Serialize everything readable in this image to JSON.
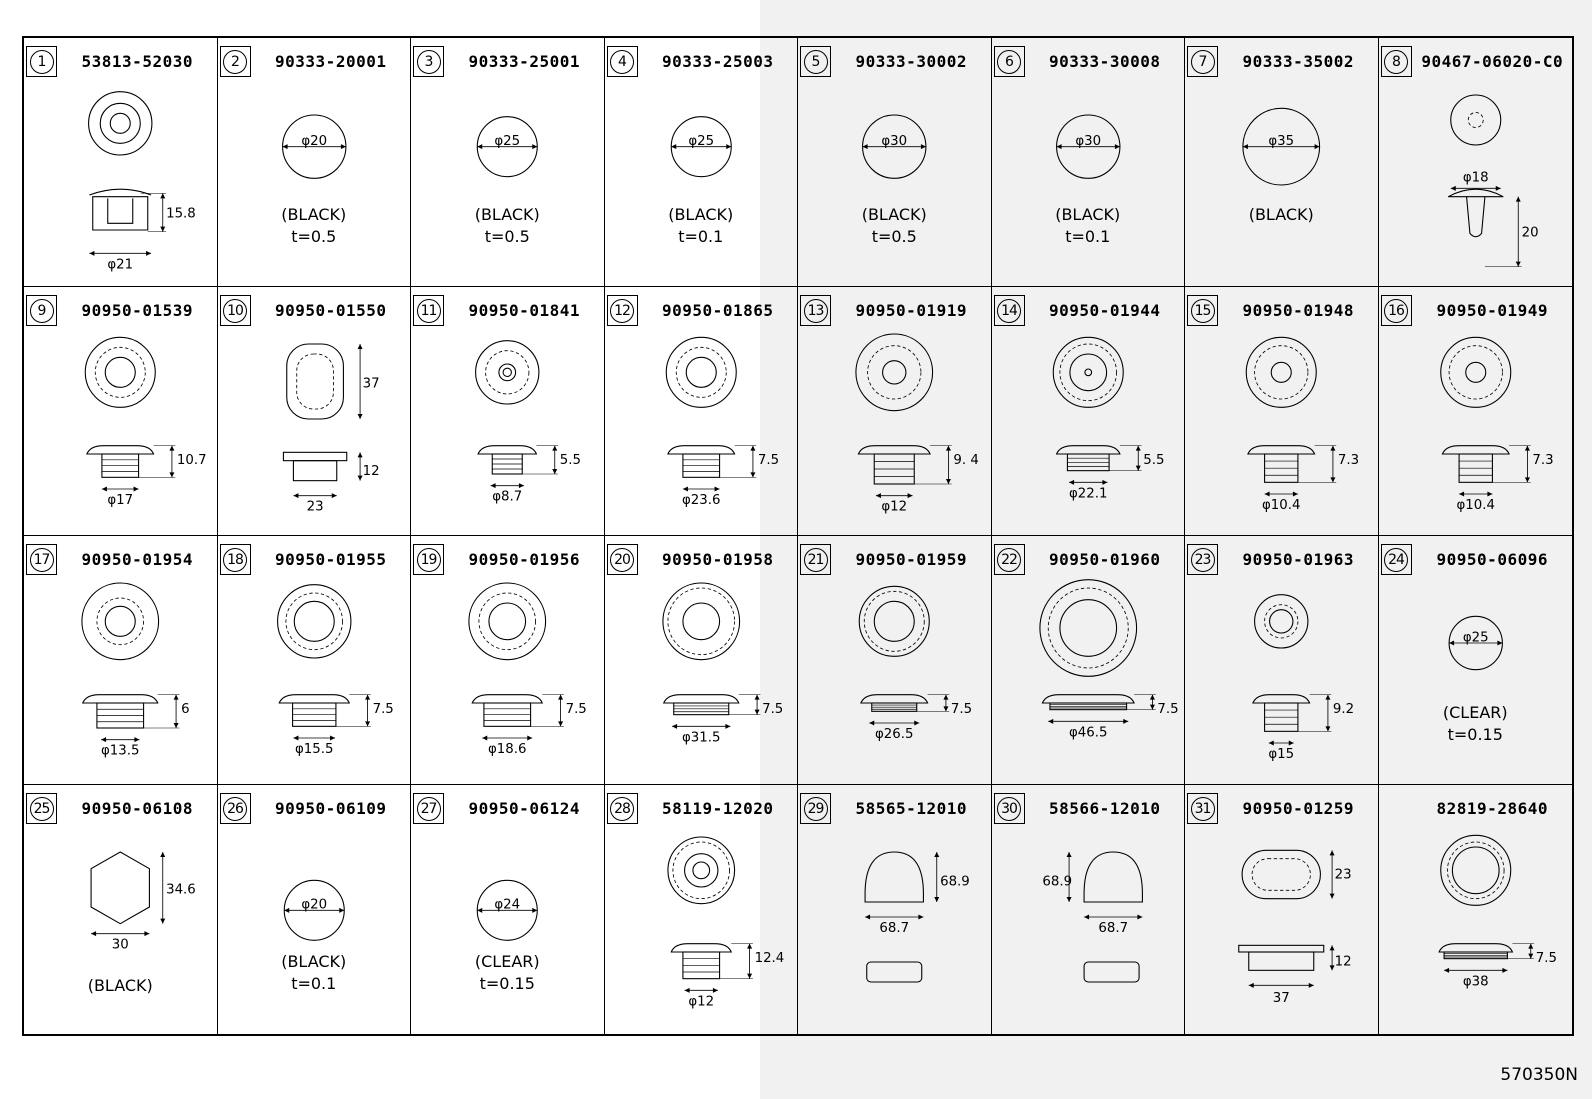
{
  "parts": [
    {
      "no": "1",
      "pn": "53813-52030",
      "dims": [
        "15.8",
        "φ21"
      ]
    },
    {
      "no": "2",
      "pn": "90333-20001",
      "dims": [
        "φ20"
      ],
      "note": [
        "(BLACK)",
        "t=0.5"
      ]
    },
    {
      "no": "3",
      "pn": "90333-25001",
      "dims": [
        "φ25"
      ],
      "note": [
        "(BLACK)",
        "t=0.5"
      ]
    },
    {
      "no": "4",
      "pn": "90333-25003",
      "dims": [
        "φ25"
      ],
      "note": [
        "(BLACK)",
        "t=0.1"
      ]
    },
    {
      "no": "5",
      "pn": "90333-30002",
      "dims": [
        "φ30"
      ],
      "note": [
        "(BLACK)",
        "t=0.5"
      ]
    },
    {
      "no": "6",
      "pn": "90333-30008",
      "dims": [
        "φ30"
      ],
      "note": [
        "(BLACK)",
        "t=0.1"
      ]
    },
    {
      "no": "7",
      "pn": "90333-35002",
      "dims": [
        "φ35"
      ],
      "note": [
        "(BLACK)"
      ]
    },
    {
      "no": "8",
      "pn": "90467-06020-C0",
      "dims": [
        "φ18",
        "20"
      ]
    },
    {
      "no": "9",
      "pn": "90950-01539",
      "dims": [
        "10.7",
        "φ17"
      ]
    },
    {
      "no": "10",
      "pn": "90950-01550",
      "dims": [
        "37",
        "12",
        "23"
      ]
    },
    {
      "no": "11",
      "pn": "90950-01841",
      "dims": [
        "5.5",
        "φ8.7"
      ]
    },
    {
      "no": "12",
      "pn": "90950-01865",
      "dims": [
        "7.5",
        "φ23.6"
      ]
    },
    {
      "no": "13",
      "pn": "90950-01919",
      "dims": [
        "9. 4",
        "φ12"
      ]
    },
    {
      "no": "14",
      "pn": "90950-01944",
      "dims": [
        "5.5",
        "φ22.1"
      ]
    },
    {
      "no": "15",
      "pn": "90950-01948",
      "dims": [
        "7.3",
        "φ10.4"
      ]
    },
    {
      "no": "16",
      "pn": "90950-01949",
      "dims": [
        "7.3",
        "φ10.4"
      ]
    },
    {
      "no": "17",
      "pn": "90950-01954",
      "dims": [
        "6",
        "φ13.5"
      ]
    },
    {
      "no": "18",
      "pn": "90950-01955",
      "dims": [
        "7.5",
        "φ15.5"
      ]
    },
    {
      "no": "19",
      "pn": "90950-01956",
      "dims": [
        "7.5",
        "φ18.6"
      ]
    },
    {
      "no": "20",
      "pn": "90950-01958",
      "dims": [
        "7.5",
        "φ31.5"
      ]
    },
    {
      "no": "21",
      "pn": "90950-01959",
      "dims": [
        "7.5",
        "φ26.5"
      ]
    },
    {
      "no": "22",
      "pn": "90950-01960",
      "dims": [
        "7.5",
        "φ46.5"
      ]
    },
    {
      "no": "23",
      "pn": "90950-01963",
      "dims": [
        "9.2",
        "φ15"
      ]
    },
    {
      "no": "24",
      "pn": "90950-06096",
      "dims": [
        "φ25"
      ],
      "note": [
        "(CLEAR)",
        "t=0.15"
      ]
    },
    {
      "no": "25",
      "pn": "90950-06108",
      "dims": [
        "34.6",
        "30"
      ],
      "note": [
        "(BLACK)"
      ]
    },
    {
      "no": "26",
      "pn": "90950-06109",
      "dims": [
        "φ20"
      ],
      "note": [
        "(BLACK)",
        "t=0.1"
      ]
    },
    {
      "no": "27",
      "pn": "90950-06124",
      "dims": [
        "φ24"
      ],
      "note": [
        "(CLEAR)",
        "t=0.15"
      ]
    },
    {
      "no": "28",
      "pn": "58119-12020",
      "dims": [
        "12.4",
        "φ12"
      ]
    },
    {
      "no": "29",
      "pn": "58565-12010",
      "dims": [
        "68.9",
        "68.7"
      ]
    },
    {
      "no": "30",
      "pn": "58566-12010",
      "dims": [
        "68.9",
        "68.7"
      ]
    },
    {
      "no": "31",
      "pn": "90950-01259",
      "dims": [
        "23",
        "12",
        "37"
      ]
    },
    {
      "no": "",
      "pn": "82819-28640",
      "dims": [
        "7.5",
        "φ38"
      ]
    }
  ],
  "doc_code": "570350N"
}
